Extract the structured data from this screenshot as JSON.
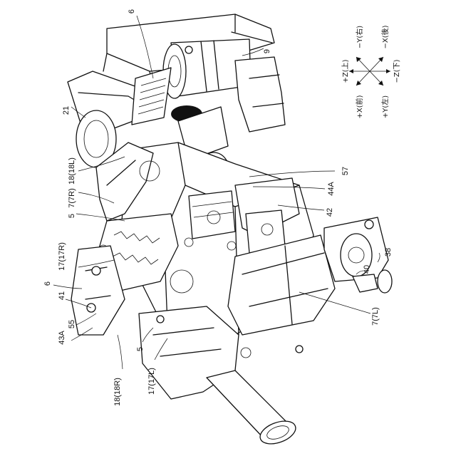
{
  "labels": {
    "l6_top": "6",
    "l9": "9",
    "l21": "21",
    "l18L": "18(18L)",
    "l7R": "7(7R)",
    "l5_top": "5",
    "l17R": "17(17R)",
    "l6_left": "6",
    "l41": "41",
    "l55": "55",
    "l43A": "43A",
    "l18R": "18(18R)",
    "l5_bottom": "5",
    "l17L": "17(17L)",
    "l57": "57",
    "l44A": "44A",
    "l42": "42",
    "l38": "38",
    "l40": "40",
    "l7L": "7(7L)"
  },
  "axes": {
    "plus_z": "+Z(上)",
    "minus_z": "−Z(下)",
    "plus_x": "+X(前)",
    "minus_x": "−X(後)",
    "plus_y": "+Y(左)",
    "minus_y": "−Y(右)"
  }
}
